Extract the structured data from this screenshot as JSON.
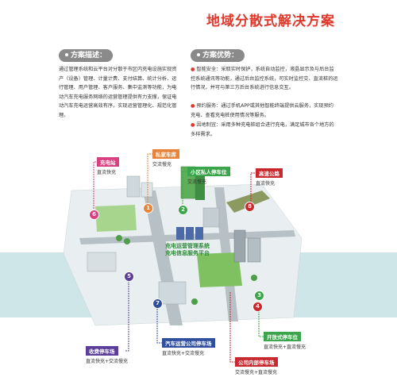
{
  "title": "地域分散式解决方案",
  "sections": {
    "left_label": "方案描述：",
    "left_text": "通过管理系统和云平台对分散于市区内充电设施实现资产（设备）管理、计量计费、支付结算、统计分析、运行管理、用户管理、客户服务、集中监测等功能，为电动汽车充电服务网络的运营管理提供有力支撑，保证电动汽车充电运营高效有序，实现运营管理化、规范化管理。",
    "right_label": "方案优势：",
    "advantages": [
      "智能安全：采取实时保护，系统自动监控，液晶显示及与后台监控系统通讯等功能，通过后台监控系统，可实时监控交、直流桩的运行情况，并可与第三方后台系统进行信息交互。",
      "预约服务：通过手机APP或其他智能终端提供云服务，实现预约充电、查看充电桩使用情况等服务。",
      "因地制宜：采用多种充电桩组合进行充电，满足城市各个地方的多样需求。"
    ]
  },
  "platform": {
    "line1": "充电运营管理系统",
    "line2": "充电信息服务平台"
  },
  "callouts": [
    {
      "id": "1",
      "label": "私家车库",
      "sub": "交流慢充",
      "color": "#e8833a"
    },
    {
      "id": "2",
      "label": "小区私人停车位",
      "sub": "交流慢充",
      "color": "#3aa54a"
    },
    {
      "id": "3",
      "label": "开放式停车位",
      "sub": "直流快充+直流慢充",
      "color": "#3aa54a"
    },
    {
      "id": "4",
      "label": "公司内部停车场",
      "sub": "交流慢充+直流慢充",
      "color": "#c8282e"
    },
    {
      "id": "5",
      "label": "收费停车场",
      "sub": "直流快充+交流慢充",
      "color": "#5b3e9a"
    },
    {
      "id": "6",
      "label": "充电站",
      "sub": "直流快充",
      "color": "#d94080"
    },
    {
      "id": "7",
      "label": "汽车运营公司停车场",
      "sub": "直流快充+交流慢充",
      "color": "#2f4f9e"
    },
    {
      "id": "8",
      "label": "高速公路",
      "sub": "直流快充",
      "color": "#c8282e"
    }
  ]
}
